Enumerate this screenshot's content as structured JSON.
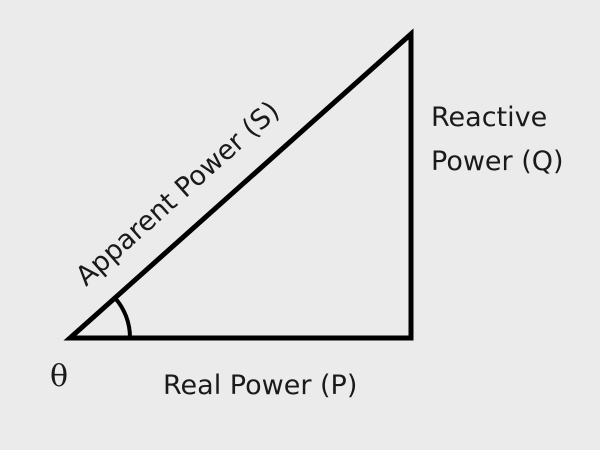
{
  "colors": {
    "background": "#ebebeb",
    "stroke": "#000000",
    "text": "#1a1a1a"
  },
  "labels": {
    "hypotenuse": "Apparent Power (S)",
    "opposite_line1": "Reactive",
    "opposite_line2": "Power (Q)",
    "adjacent": "Real Power (P)",
    "angle": "θ"
  }
}
